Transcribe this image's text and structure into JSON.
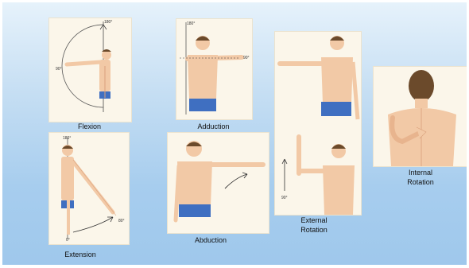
{
  "panels": [
    {
      "id": "flexion",
      "caption": "Flexion",
      "degrees": [
        "180°",
        "90°"
      ]
    },
    {
      "id": "extension",
      "caption": "Extension",
      "degrees": [
        "180°",
        "80°",
        "0°"
      ]
    },
    {
      "id": "adduction",
      "caption": "Adduction",
      "degrees": [
        "180°",
        "90°"
      ]
    },
    {
      "id": "abduction",
      "caption": "Abduction",
      "degrees": []
    },
    {
      "id": "external-rotation",
      "caption_line1": "External",
      "caption_line2": "Rotation",
      "degrees": [
        "90°"
      ]
    },
    {
      "id": "internal-rotation",
      "caption_line1": "Internal",
      "caption_line2": "Rotation",
      "degrees": []
    }
  ],
  "colors": {
    "skin": "#f2c9a6",
    "skin_shadow": "#d9a07c",
    "hair": "#6b4a2b",
    "shorts": "#3f6fc1",
    "panel_bg": "#fbf6ea"
  }
}
